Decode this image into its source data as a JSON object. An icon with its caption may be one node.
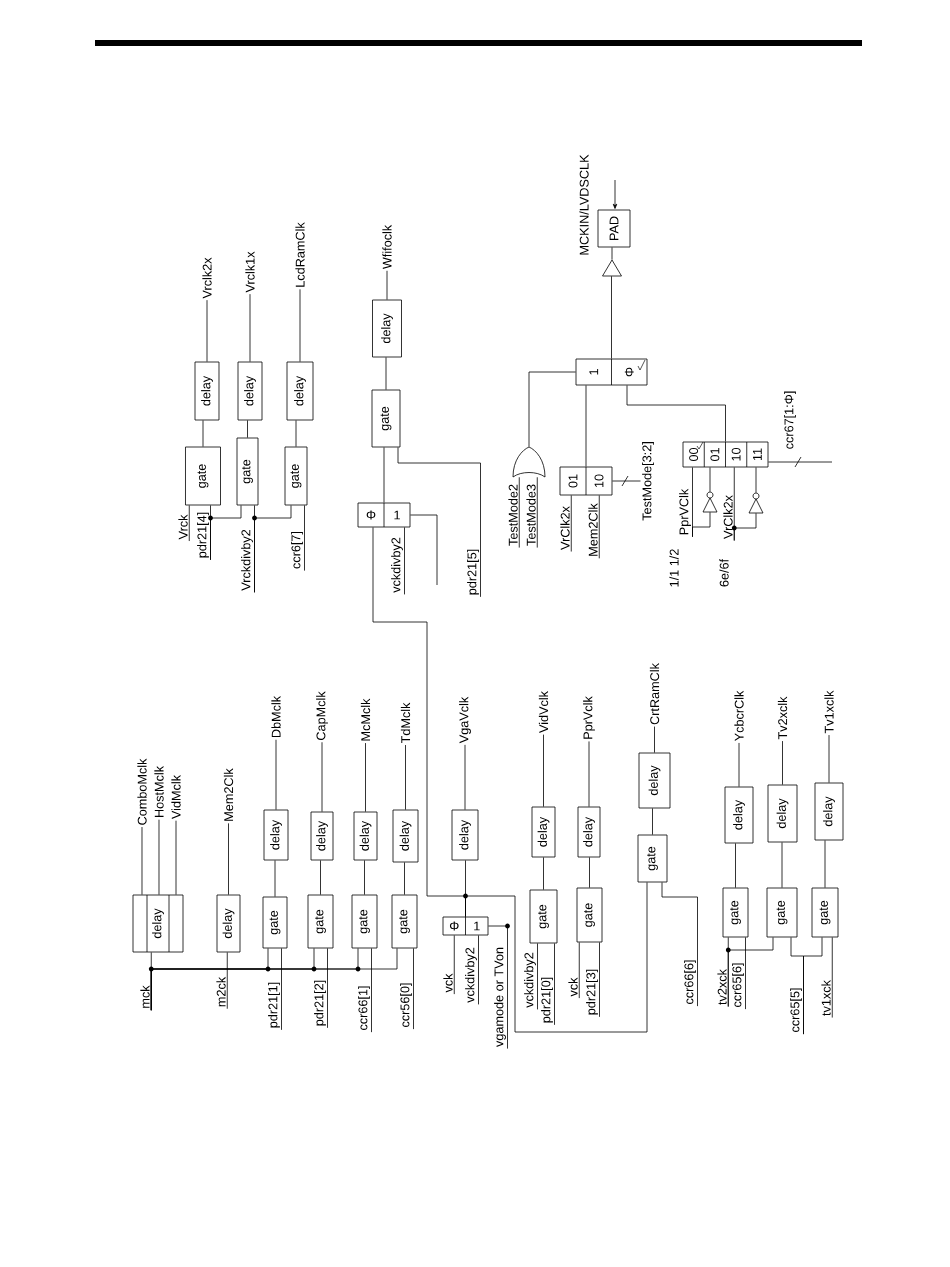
{
  "diagram": {
    "nodes": [
      {
        "text": [
          "Vrck"
        ]
      },
      {
        "text": [
          "pdr21[4]"
        ]
      },
      {
        "text": [
          "Vrckdivby2"
        ]
      },
      {
        "text": [
          "ccr6[7]"
        ]
      },
      {
        "text": [
          "gate"
        ]
      },
      {
        "text": [
          "gate"
        ]
      },
      {
        "text": [
          "gate"
        ]
      },
      {
        "text": [
          "delay"
        ]
      },
      {
        "text": [
          "delay"
        ]
      },
      {
        "text": [
          "delay"
        ]
      },
      {
        "text": [
          "Vrclk2x"
        ]
      },
      {
        "text": [
          "Vrclk1x"
        ]
      },
      {
        "text": [
          "LcdRamClk"
        ]
      },
      {
        "text": [
          "vckdivby2"
        ]
      },
      {
        "text": [
          "pdr21[5]"
        ]
      },
      {
        "text": [
          "Φ",
          "1"
        ]
      },
      {
        "text": [
          "gate"
        ]
      },
      {
        "text": [
          "delay"
        ]
      },
      {
        "text": [
          "Wfifoclk"
        ]
      },
      {
        "text": [
          "TestMode2"
        ]
      },
      {
        "text": [
          "TestMode3"
        ]
      },
      {
        "text": [],
        "shape": "gate"
      },
      {
        "text": [
          "VrClk2x"
        ]
      },
      {
        "text": [
          "Mem2Clk"
        ]
      },
      {
        "text": [
          "TestMode[3:2]"
        ]
      },
      {
        "text": [
          "01",
          "10"
        ]
      },
      {
        "text": [
          "PprVClk"
        ]
      },
      {
        "text": [
          "VrClk2x"
        ]
      },
      {
        "text": [],
        "shape": "inverter"
      },
      {
        "text": [],
        "shape": "inverter"
      },
      {
        "text": [
          "00",
          "01",
          "10",
          "11"
        ]
      },
      {
        "text": [
          "1",
          "Φ"
        ]
      },
      {
        "text": [],
        "shape": "triangle"
      },
      {
        "text": [
          "PAD"
        ],
        "beside": [
          "MCKIN/LVDSCLK"
        ]
      },
      {
        "text": [
          "mck"
        ]
      },
      {
        "text": [
          "m2ck"
        ]
      },
      {
        "text": [
          "pdr21[1]"
        ]
      },
      {
        "text": [
          "pdr21[2]"
        ]
      },
      {
        "text": [
          "ccr66[1]"
        ]
      },
      {
        "text": [
          "ccr56[0]"
        ]
      },
      {
        "text": [
          "delay"
        ]
      },
      {
        "text": [
          "delay"
        ]
      },
      {
        "text": [
          "gate"
        ]
      },
      {
        "text": [
          "gate"
        ]
      },
      {
        "text": [
          "gate"
        ]
      },
      {
        "text": [
          "gate"
        ]
      },
      {
        "text": [
          "delay"
        ]
      },
      {
        "text": [
          "delay"
        ]
      },
      {
        "text": [
          "delay"
        ]
      },
      {
        "text": [
          "delay"
        ]
      },
      {
        "text": [
          "ComboMclk"
        ]
      },
      {
        "text": [
          "HostMclk"
        ]
      },
      {
        "text": [
          "VidMclk"
        ]
      },
      {
        "text": [
          "Mem2Clk"
        ]
      },
      {
        "text": [
          "DbMclk"
        ]
      },
      {
        "text": [
          "CapMclk"
        ]
      },
      {
        "text": [
          "McMclk"
        ]
      },
      {
        "text": [
          "TdMclk"
        ]
      },
      {
        "text": [
          "vck"
        ]
      },
      {
        "text": [
          "vckdivby2"
        ]
      },
      {
        "text": [
          "vgamode or TVon"
        ]
      },
      {
        "text": [
          "Φ",
          "1"
        ]
      },
      {
        "text": [
          "delay"
        ]
      },
      {
        "text": [
          "VgaVclk"
        ]
      },
      {
        "text": [
          "vckdivby2"
        ]
      },
      {
        "text": [
          "pdr21[0]"
        ]
      },
      {
        "text": [
          "vck"
        ]
      },
      {
        "text": [
          "pdr21[3]"
        ]
      },
      {
        "text": [
          "gate"
        ]
      },
      {
        "text": [
          "gate"
        ]
      },
      {
        "text": [
          "delay"
        ]
      },
      {
        "text": [
          "delay"
        ]
      },
      {
        "text": [
          "VidVclk"
        ]
      },
      {
        "text": [
          "PprVclk"
        ]
      },
      {
        "text": [
          "ccr66[6]"
        ]
      },
      {
        "text": [
          "gate"
        ]
      },
      {
        "text": [
          "delay"
        ]
      },
      {
        "text": [
          "CrtRamClk"
        ]
      },
      {
        "text": [
          "tv2xck"
        ]
      },
      {
        "text": [
          "ccr65[6]"
        ]
      },
      {
        "text": [
          "ccr65[5]"
        ]
      },
      {
        "text": [
          "tv1xck"
        ]
      },
      {
        "text": [
          "gate"
        ]
      },
      {
        "text": [
          "gate"
        ]
      },
      {
        "text": [
          "gate"
        ]
      },
      {
        "text": [
          "delay"
        ]
      },
      {
        "text": [
          "delay"
        ]
      },
      {
        "text": [
          "delay"
        ]
      },
      {
        "text": [
          "YcbcrClk"
        ]
      },
      {
        "text": [
          "Tv2xclk"
        ]
      },
      {
        "text": [
          "Tv1xclk"
        ]
      }
    ],
    "edges": [
      {
        "from": 0,
        "to": 4,
        "arrow": "none"
      },
      {
        "from": 1,
        "to": 4,
        "arrow": "none"
      },
      {
        "from": 1,
        "to": 5,
        "arrow": "none"
      },
      {
        "from": 2,
        "to": 5,
        "arrow": "none"
      },
      {
        "from": 2,
        "to": 6,
        "arrow": "none"
      },
      {
        "from": 3,
        "to": 6,
        "arrow": "none"
      },
      {
        "from": 4,
        "to": 7,
        "arrow": "none"
      },
      {
        "from": 5,
        "to": 8,
        "arrow": "none"
      },
      {
        "from": 6,
        "to": 9,
        "arrow": "none"
      },
      {
        "from": 7,
        "to": 10,
        "arrow": "none"
      },
      {
        "from": 8,
        "to": 11,
        "arrow": "none"
      },
      {
        "from": 9,
        "to": 12,
        "arrow": "none"
      },
      {
        "from": 13,
        "to": 15,
        "arrow": "none"
      },
      {
        "from": 14,
        "to": 16,
        "arrow": "none"
      },
      {
        "from": null,
        "to": 15,
        "arrow": "none"
      },
      {
        "from": 15,
        "to": 16,
        "arrow": "none"
      },
      {
        "from": 16,
        "to": 17,
        "arrow": "none"
      },
      {
        "from": 17,
        "to": 18,
        "arrow": "none"
      },
      {
        "from": 19,
        "to": 21,
        "arrow": "none"
      },
      {
        "from": 20,
        "to": 21,
        "arrow": "none"
      },
      {
        "from": 21,
        "to": 31,
        "arrow": "none"
      },
      {
        "from": 22,
        "to": 25,
        "arrow": "none"
      },
      {
        "from": 23,
        "to": 25,
        "arrow": "none"
      },
      {
        "from": 24,
        "to": 25,
        "arrow": "none"
      },
      {
        "from": 25,
        "to": 31,
        "arrow": "none"
      },
      {
        "from": 30,
        "to": 31,
        "arrow": "none"
      },
      {
        "from": 26,
        "to": 30,
        "arrow": "none"
      },
      {
        "from": 26,
        "to": 28,
        "arrow": "none"
      },
      {
        "from": 28,
        "to": 30,
        "arrow": "none"
      },
      {
        "from": 27,
        "to": 30,
        "arrow": "none"
      },
      {
        "from": 27,
        "to": 29,
        "arrow": "none"
      },
      {
        "from": 29,
        "to": 30,
        "arrow": "none"
      },
      {
        "from": null,
        "to": 30,
        "arrow": "none",
        "label": "ccr67[1:Φ]"
      },
      {
        "from": 31,
        "to": 32,
        "arrow": "none"
      },
      {
        "from": 32,
        "to": 33,
        "arrow": "none"
      },
      {
        "from": null,
        "to": 33,
        "arrow": "to"
      },
      {
        "from": 34,
        "to": 40,
        "arrow": "none"
      },
      {
        "from": 34,
        "to": 42,
        "arrow": "none"
      },
      {
        "from": 34,
        "to": 43,
        "arrow": "none"
      },
      {
        "from": 34,
        "to": 44,
        "arrow": "none"
      },
      {
        "from": 34,
        "to": 45,
        "arrow": "none"
      },
      {
        "from": 35,
        "to": 41,
        "arrow": "none"
      },
      {
        "from": 36,
        "to": 42,
        "arrow": "none"
      },
      {
        "from": 37,
        "to": 43,
        "arrow": "none"
      },
      {
        "from": 38,
        "to": 44,
        "arrow": "none"
      },
      {
        "from": 39,
        "to": 45,
        "arrow": "none"
      },
      {
        "from": 40,
        "to": 50,
        "arrow": "none"
      },
      {
        "from": 40,
        "to": 51,
        "arrow": "none"
      },
      {
        "from": 40,
        "to": 52,
        "arrow": "none"
      },
      {
        "from": 41,
        "to": 53,
        "arrow": "none"
      },
      {
        "from": 42,
        "to": 46,
        "arrow": "none"
      },
      {
        "from": 43,
        "to": 47,
        "arrow": "none"
      },
      {
        "from": 44,
        "to": 48,
        "arrow": "none"
      },
      {
        "from": 45,
        "to": 49,
        "arrow": "none"
      },
      {
        "from": 46,
        "to": 54,
        "arrow": "none"
      },
      {
        "from": 47,
        "to": 55,
        "arrow": "none"
      },
      {
        "from": 48,
        "to": 56,
        "arrow": "none"
      },
      {
        "from": 49,
        "to": 57,
        "arrow": "none"
      },
      {
        "from": 58,
        "to": 61,
        "arrow": "none"
      },
      {
        "from": 59,
        "to": 61,
        "arrow": "none"
      },
      {
        "from": 60,
        "to": 61,
        "arrow": "none"
      },
      {
        "from": 61,
        "to": 62,
        "arrow": "none"
      },
      {
        "from": 62,
        "to": 63,
        "arrow": "none"
      },
      {
        "from": 61,
        "to": 15,
        "arrow": "none"
      },
      {
        "from": 61,
        "to": 75,
        "arrow": "none"
      },
      {
        "from": 64,
        "to": 68,
        "arrow": "none"
      },
      {
        "from": 65,
        "to": 68,
        "arrow": "none"
      },
      {
        "from": 66,
        "to": 69,
        "arrow": "none"
      },
      {
        "from": 67,
        "to": 69,
        "arrow": "none"
      },
      {
        "from": 68,
        "to": 70,
        "arrow": "none"
      },
      {
        "from": 69,
        "to": 71,
        "arrow": "none"
      },
      {
        "from": 70,
        "to": 72,
        "arrow": "none"
      },
      {
        "from": 71,
        "to": 73,
        "arrow": "none"
      },
      {
        "from": 74,
        "to": 75,
        "arrow": "none"
      },
      {
        "from": 75,
        "to": 76,
        "arrow": "none"
      },
      {
        "from": 76,
        "to": 77,
        "arrow": "none"
      },
      {
        "from": 78,
        "to": 82,
        "arrow": "none"
      },
      {
        "from": 78,
        "to": 83,
        "arrow": "none"
      },
      {
        "from": 79,
        "to": 82,
        "arrow": "none"
      },
      {
        "from": 80,
        "to": 83,
        "arrow": "none"
      },
      {
        "from": 80,
        "to": 84,
        "arrow": "none"
      },
      {
        "from": 81,
        "to": 84,
        "arrow": "none"
      },
      {
        "from": 82,
        "to": 85,
        "arrow": "none"
      },
      {
        "from": 83,
        "to": 86,
        "arrow": "none"
      },
      {
        "from": 84,
        "to": 87,
        "arrow": "none"
      },
      {
        "from": 85,
        "to": 88,
        "arrow": "none"
      },
      {
        "from": 86,
        "to": 89,
        "arrow": "none"
      },
      {
        "from": 87,
        "to": 90,
        "arrow": "none"
      }
    ],
    "labels": [
      "1/1 1/2",
      "6e/6f"
    ]
  }
}
